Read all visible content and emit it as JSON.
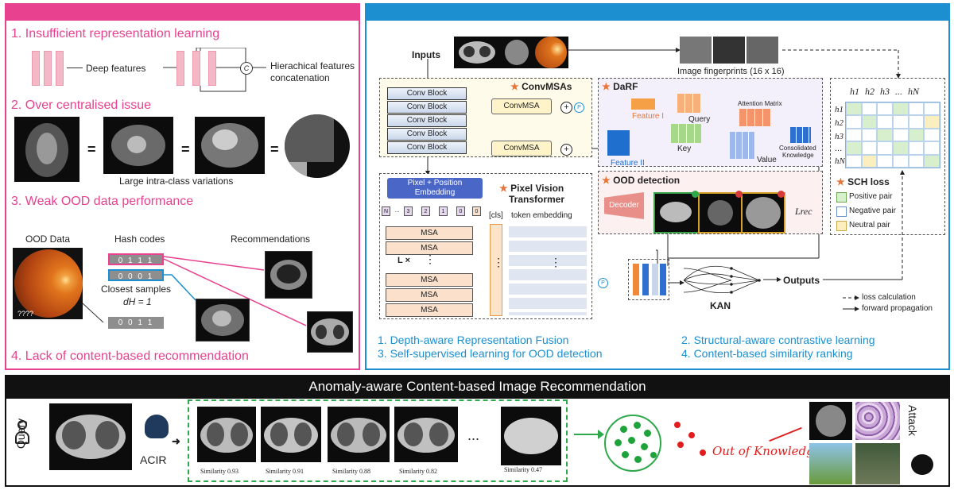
{
  "left": {
    "issues": [
      "1. Insufficient representation learning",
      "2. Over centralised issue",
      "3. Weak OOD data performance",
      "4. Lack of content-based recommendation"
    ],
    "deep_features": "Deep features",
    "concat_symbol": "C",
    "hier_line1": "Hierachical features",
    "hier_line2": "concatenation",
    "equals": [
      "=",
      "=",
      "="
    ],
    "intra_class": "Large intra-class variations",
    "ood_data": "OOD Data",
    "question_marks": "????",
    "hash_codes": "Hash codes",
    "recommendations": "Recommendations",
    "hash_1": "0 1 1 1",
    "hash_2": "0 0 0 1",
    "hash_3": "0 0 1 1",
    "closest": "Closest samples",
    "dh": "dH = 1"
  },
  "right": {
    "inputs": "Inputs",
    "fingerprints": "Image fingerprints (16 x 16)",
    "convmsas": "ConvMSAs",
    "conv_block": "Conv Block",
    "convmsa": "ConvMSA",
    "p_symbol": "P",
    "plus": "+",
    "darf": "DaRF",
    "feature_1": "Feature I",
    "feature_2": "Feature II",
    "query": "Query",
    "key": "Key",
    "value": "Value",
    "attention_matrix": "Attention Matrix",
    "consolidated_1": "Consolidated",
    "consolidated_2": "Knowledge",
    "ood_detection": "OOD detection",
    "decoder": "Decoder",
    "lrec": "Lrec",
    "pixel_pos_1": "Pixel + Position",
    "pixel_pos_2": "Embedding",
    "tokens": [
      "N",
      "...",
      "3",
      "2",
      "1",
      "0",
      "0"
    ],
    "pvt_1": "Pixel Vision",
    "pvt_2": "Transformer",
    "cls": "[cls]",
    "token_embedding": "token embedding",
    "msa": "MSA",
    "lx": "L ×",
    "vdots": "⋮",
    "kan": "KAN",
    "outputs": "Outputs",
    "sch_loss": "SCH loss",
    "hash_headers": [
      "h1",
      "h2",
      "h3",
      "...",
      "hN"
    ],
    "hash_rows": [
      "h1",
      "h2",
      "h3",
      "...",
      "hN"
    ],
    "positive_pair": "Positive pair",
    "negative_pair": "Negative pair",
    "neutral_pair": "Neutral pair",
    "loss_calc": "loss calculation",
    "forward_prop": "forward propagation",
    "contributions": [
      "1.   Depth-aware Representation Fusion",
      "3.   Self-supervised learning for OOD detection",
      "2. Structural-aware contrastive learning",
      "4. Content-based similarity ranking"
    ]
  },
  "bottom": {
    "title": "Anomaly-aware Content-based Image Recommendation",
    "query": "Query",
    "acir": "ACIR",
    "similarities": [
      "Similarity 0.93",
      "Similarity 0.91",
      "Similarity 0.88",
      "Similarity 0.82",
      "Similarity 0.47"
    ],
    "ellipsis": "...",
    "out_of_knowledge": "Out of Knowledge",
    "attack": "Attack"
  },
  "colors": {
    "pink_accent": "#e8418f",
    "blue_accent": "#1b8fd0",
    "green_dashed": "#2ea84a",
    "positive": "#d8efce",
    "neutral": "#fbefc0",
    "negative": "#ffffff"
  }
}
